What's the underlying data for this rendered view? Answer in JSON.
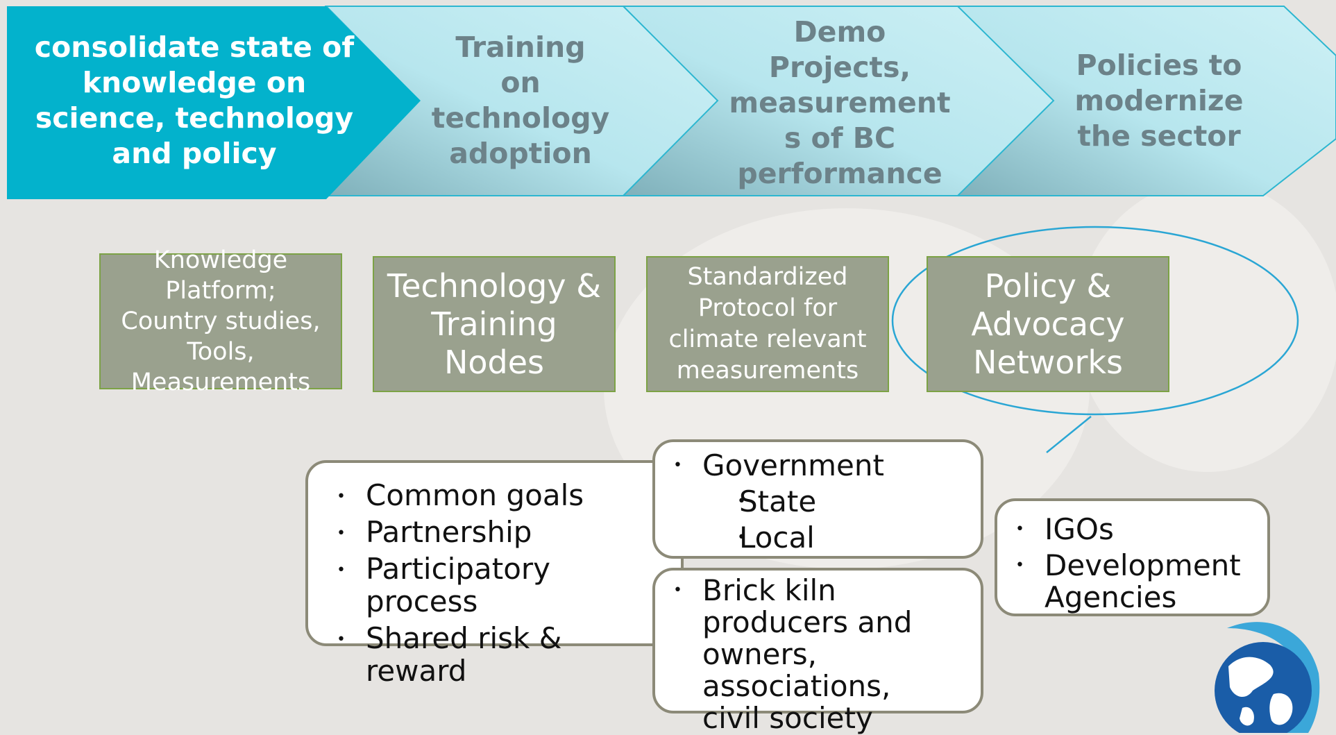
{
  "colors": {
    "chevron_active": "#03b2cc",
    "chevron_inactive": "#a7dde6",
    "chevron_text_inactive": "#6c8289",
    "green_box_fill": "#9aa18e",
    "green_box_border": "#7ca245",
    "rounded_box_border": "#8c8a78",
    "callout_ellipse": "#2aa6d4"
  },
  "process_steps": [
    {
      "lines": [
        "consolidate state of",
        "knowledge on",
        "science, technology",
        "and policy"
      ]
    },
    {
      "lines": [
        "Training",
        "on",
        "technology",
        "adoption"
      ]
    },
    {
      "lines": [
        "Demo",
        "Projects,",
        "measurement",
        "s of BC",
        "performance"
      ]
    },
    {
      "lines": [
        "Policies to",
        "modernize",
        "the sector"
      ]
    }
  ],
  "outputs": [
    {
      "lines": [
        "Knowledge",
        "Platform;",
        "Country studies,",
        "Tools,",
        "Measurements"
      ]
    },
    {
      "lines": [
        "Technology &",
        "Training",
        "Nodes"
      ]
    },
    {
      "lines": [
        "Standardized",
        "Protocol for",
        "climate relevant",
        "measurements"
      ]
    },
    {
      "lines": [
        "Policy &",
        "Advocacy",
        "Networks"
      ]
    }
  ],
  "principles": [
    "Common goals",
    "Partnership",
    "Participatory process",
    "Shared risk & reward"
  ],
  "government": {
    "label": "Government",
    "sub": [
      "State",
      "Local"
    ]
  },
  "industry": "Brick kiln producers and owners, associations, civil society",
  "international": [
    "IGOs",
    "Development Agencies"
  ],
  "logo": "globe-logo"
}
